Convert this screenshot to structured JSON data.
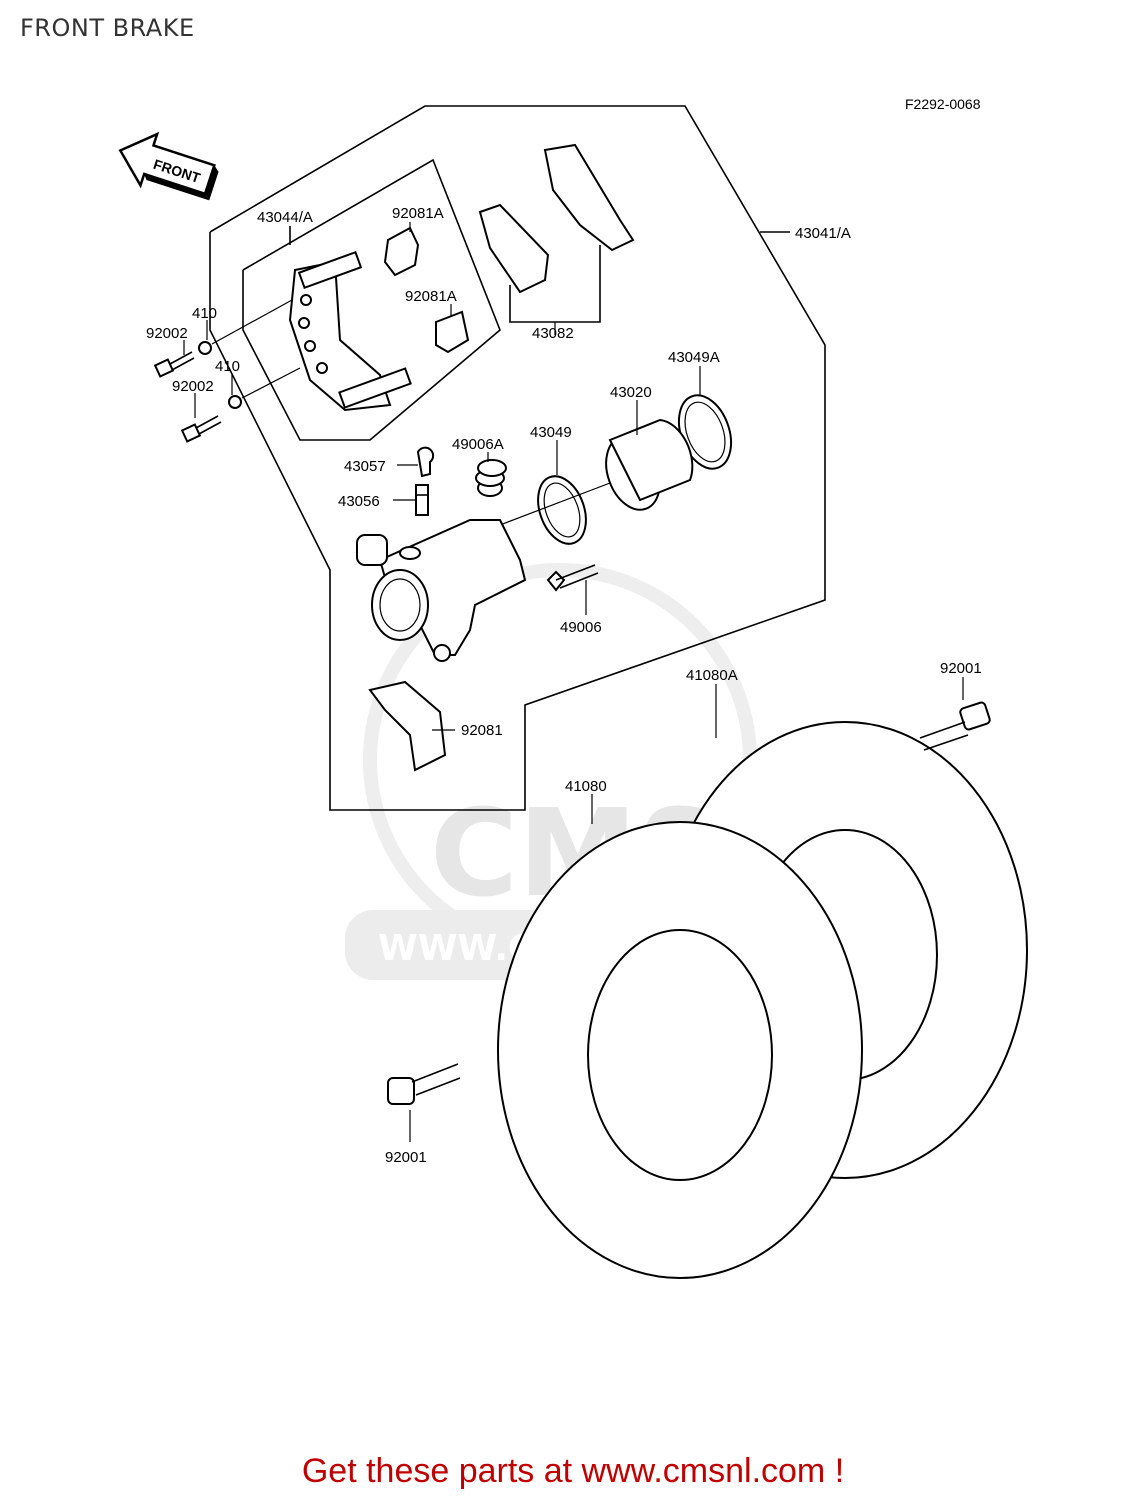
{
  "header": {
    "title": "FRONT BRAKE",
    "figure_code": "F2292-0068"
  },
  "front_arrow": {
    "label": "FRONT"
  },
  "watermark": {
    "brand": "CMS",
    "url": "WWW.CMSNL.COM"
  },
  "parts": {
    "p43044A": "43044/A",
    "p92081A_1": "92081A",
    "p92081A_2": "92081A",
    "p43041A": "43041/A",
    "p43082": "43082",
    "p410_1": "410",
    "p410_2": "410",
    "p92002_1": "92002",
    "p92002_2": "92002",
    "p43049A": "43049A",
    "p43020": "43020",
    "p43049": "43049",
    "p49006A": "49006A",
    "p43057": "43057",
    "p43056": "43056",
    "p49006": "49006",
    "p92001_1": "92001",
    "p92001_2": "92001",
    "p41080A": "41080A",
    "p41080": "41080",
    "p92081": "92081"
  },
  "footer": {
    "cta": "Get these parts at www.cmsnl.com !"
  }
}
